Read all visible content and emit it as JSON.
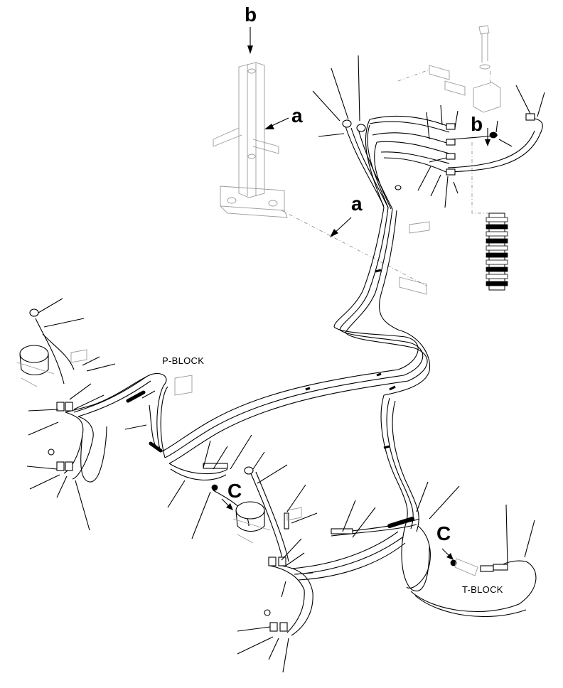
{
  "diagram": {
    "callouts": [
      {
        "id": "b-top",
        "text": "b"
      },
      {
        "id": "a-upper",
        "text": "a"
      },
      {
        "id": "b-right",
        "text": "b"
      },
      {
        "id": "a-mid",
        "text": "a"
      },
      {
        "id": "c-center",
        "text": "C"
      },
      {
        "id": "c-right",
        "text": "C"
      }
    ],
    "labels": [
      {
        "id": "p-block",
        "text": "P-BLOCK"
      },
      {
        "id": "t-block",
        "text": "T-BLOCK"
      }
    ]
  }
}
